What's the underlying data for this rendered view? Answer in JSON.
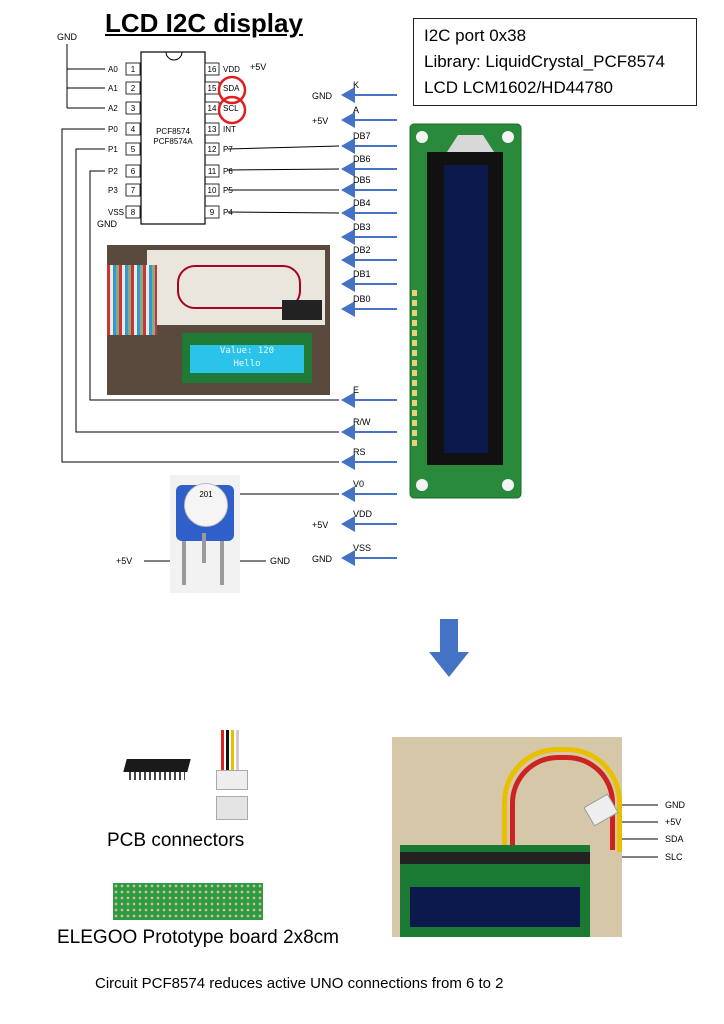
{
  "title": "LCD I2C display",
  "info": {
    "line1": "I2C port 0x38",
    "line2": "Library: LiquidCrystal_PCF8574",
    "line3": "LCD LCM1602/HD44780"
  },
  "chip": {
    "name1": "PCF8574",
    "name2": "PCF8574A",
    "left_pins": [
      {
        "num": "1",
        "label": "A0"
      },
      {
        "num": "2",
        "label": "A1"
      },
      {
        "num": "3",
        "label": "A2"
      },
      {
        "num": "4",
        "label": "P0"
      },
      {
        "num": "5",
        "label": "P1"
      },
      {
        "num": "6",
        "label": "P2"
      },
      {
        "num": "7",
        "label": "P3"
      },
      {
        "num": "8",
        "label": "VSS"
      }
    ],
    "right_pins": [
      {
        "num": "16",
        "label": "VDD"
      },
      {
        "num": "15",
        "label": "SDA"
      },
      {
        "num": "14",
        "label": "SCL"
      },
      {
        "num": "13",
        "label": "INT"
      },
      {
        "num": "12",
        "label": "P7"
      },
      {
        "num": "11",
        "label": "P6"
      },
      {
        "num": "10",
        "label": "P5"
      },
      {
        "num": "9",
        "label": "P4"
      }
    ],
    "gnd_top": "GND",
    "plus5v": "+5V",
    "gnd_bottom": "GND"
  },
  "lcd_pins": [
    {
      "label": "K",
      "supply": "GND"
    },
    {
      "label": "A",
      "supply": "+5V"
    },
    {
      "label": "DB7",
      "supply": ""
    },
    {
      "label": "DB6",
      "supply": ""
    },
    {
      "label": "DB5",
      "supply": ""
    },
    {
      "label": "DB4",
      "supply": ""
    },
    {
      "label": "DB3",
      "supply": ""
    },
    {
      "label": "DB2",
      "supply": ""
    },
    {
      "label": "DB1",
      "supply": ""
    },
    {
      "label": "DB0",
      "supply": ""
    },
    {
      "label": "E",
      "supply": ""
    },
    {
      "label": "R/W",
      "supply": ""
    },
    {
      "label": "RS",
      "supply": ""
    },
    {
      "label": "V0",
      "supply": ""
    },
    {
      "label": "VDD",
      "supply": "+5V"
    },
    {
      "label": "VSS",
      "supply": "GND"
    }
  ],
  "photo_lcd_text": {
    "line1": "Value: 120",
    "line2": "Hello"
  },
  "pot": {
    "code": "201",
    "left": "+5V",
    "right": "GND"
  },
  "module_pins": [
    "GND",
    "+5V",
    "SDA",
    "SLC"
  ],
  "captions": {
    "connectors": "PCB connectors",
    "board": "ELEGOO Prototype board 2x8cm"
  },
  "footer": "Circuit PCF8574 reduces active UNO connections from 6 to 2",
  "colors": {
    "arrow": "#4472c4",
    "pcb": "#1f8a3a",
    "screen": "#0b1a4a",
    "highlight": "#e02020"
  }
}
